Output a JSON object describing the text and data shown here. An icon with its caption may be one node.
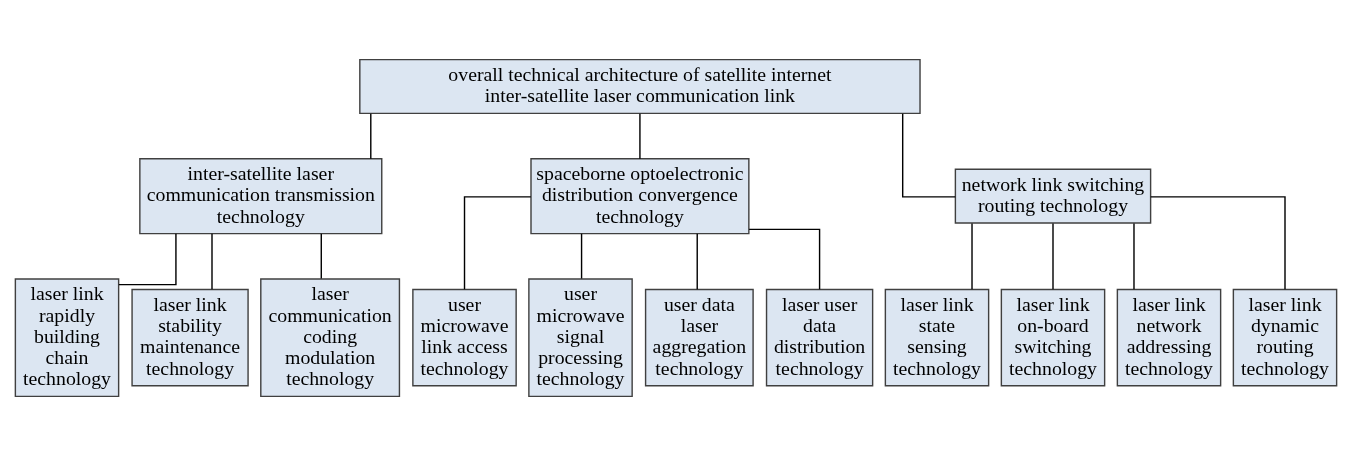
{
  "diagram": {
    "nodes": [
      {
        "text": [
          "overall technical architecture of satellite internet inter-satellite laser communication link"
        ]
      },
      {
        "text": [
          "inter-satellite laser communication transmission technology"
        ]
      },
      {
        "text": [
          "spaceborne optoelectronic distribution convergence technology"
        ]
      },
      {
        "text": [
          "network link switching routing technology"
        ]
      },
      {
        "text": [
          "laser link rapidly building chain technology"
        ]
      },
      {
        "text": [
          "laser link stability maintenance technology"
        ]
      },
      {
        "text": [
          "laser communication coding modulation technology"
        ]
      },
      {
        "text": [
          "user microwave link access technology"
        ]
      },
      {
        "text": [
          "user microwave signal processing technology"
        ]
      },
      {
        "text": [
          "user data laser aggregation technology"
        ]
      },
      {
        "text": [
          "laser user data distribution technology"
        ]
      },
      {
        "text": [
          "laser link state sensing technology"
        ]
      },
      {
        "text": [
          "laser link on-board switching technology"
        ]
      },
      {
        "text": [
          "laser link network addressing technology"
        ]
      },
      {
        "text": [
          "laser link dynamic routing technology"
        ]
      }
    ],
    "edges": [
      {
        "from": 0,
        "to": 1,
        "arrow": "none"
      },
      {
        "from": 0,
        "to": 2,
        "arrow": "none"
      },
      {
        "from": 0,
        "to": 3,
        "arrow": "none"
      },
      {
        "from": 1,
        "to": 4,
        "arrow": "none"
      },
      {
        "from": 1,
        "to": 5,
        "arrow": "none"
      },
      {
        "from": 1,
        "to": 6,
        "arrow": "none"
      },
      {
        "from": 2,
        "to": 7,
        "arrow": "none"
      },
      {
        "from": 2,
        "to": 8,
        "arrow": "none"
      },
      {
        "from": 2,
        "to": 9,
        "arrow": "none"
      },
      {
        "from": 2,
        "to": 10,
        "arrow": "none"
      },
      {
        "from": 3,
        "to": 11,
        "arrow": "none"
      },
      {
        "from": 3,
        "to": 12,
        "arrow": "none"
      },
      {
        "from": 3,
        "to": 13,
        "arrow": "none"
      },
      {
        "from": 3,
        "to": 14,
        "arrow": "none"
      }
    ]
  }
}
